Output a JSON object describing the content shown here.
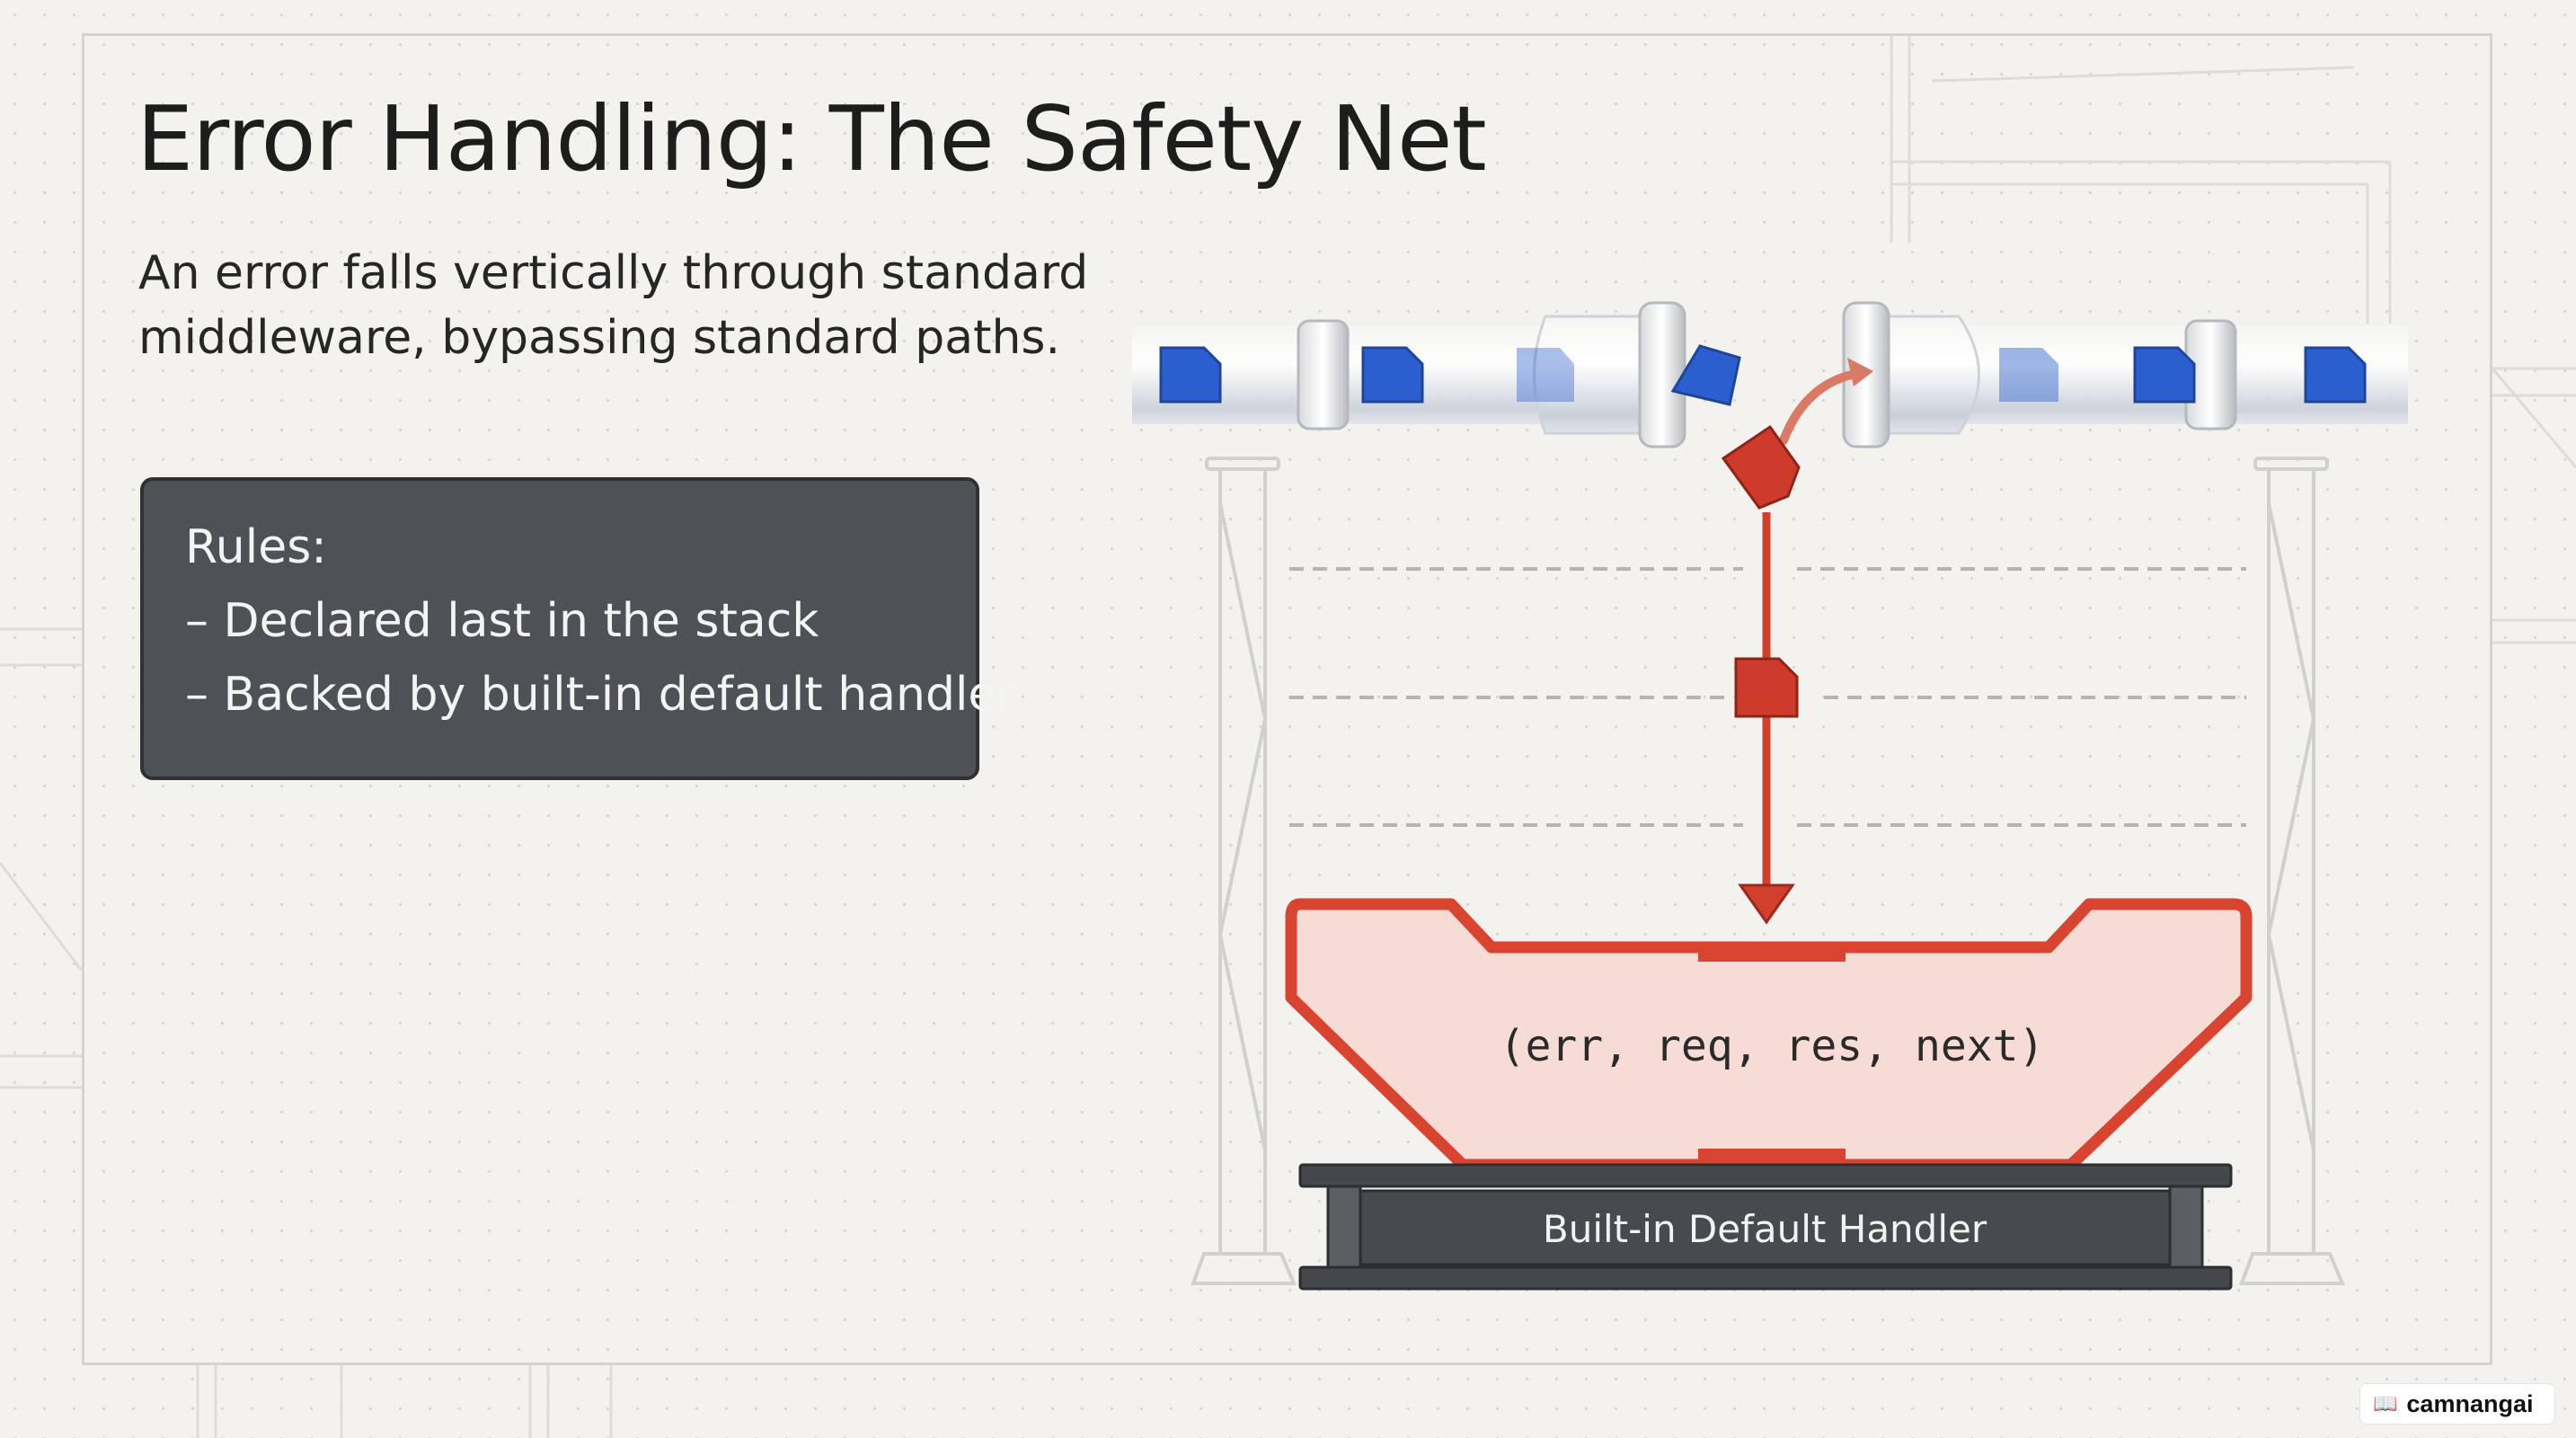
{
  "slide": {
    "title": "Error Handling: The Safety Net",
    "subtitle": "An error falls vertically through standard middleware, bypassing standard paths."
  },
  "rules": {
    "heading": "Rules:",
    "items": [
      "– Declared last in the stack",
      "– Backed by built-in default handler"
    ]
  },
  "diagram": {
    "handler_signature": "(err, req, res, next)",
    "default_handler_label": "Built-in Default Handler",
    "colors": {
      "request_packet": "#2b5fcf",
      "error_packet": "#cf3b2a",
      "error_handler_fill": "#f7dcd6",
      "error_handler_border": "#d8442f",
      "default_handler": "#4a4d52"
    }
  },
  "watermark": {
    "text": "camnangai",
    "icon": "book-icon"
  }
}
